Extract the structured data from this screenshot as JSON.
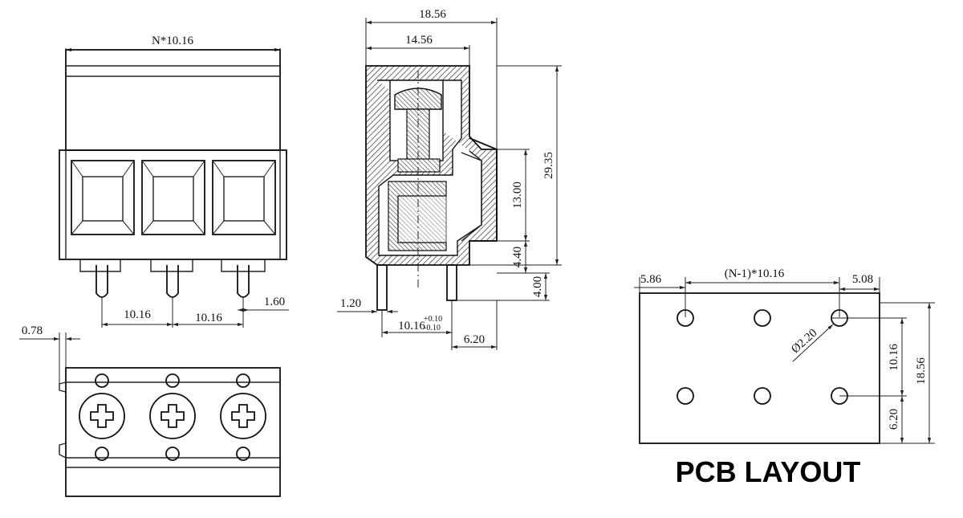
{
  "front_view": {
    "width_label": "N*10.16",
    "pitch_label_1": "10.16",
    "pitch_label_2": "10.16",
    "pin_label": "1.60"
  },
  "top_view": {
    "offset_label": "0.78"
  },
  "side_view": {
    "overall_width_label": "18.56",
    "inner_width_label": "14.56",
    "height_label": "29.35",
    "window_label": "13.00",
    "base_label": "4.40",
    "pin_length_label": "4.00",
    "pin_thickness_label": "1.20",
    "pitch_label": "10.16",
    "tolerance_plus": "+0.10",
    "tolerance_minus": "-0.10",
    "foot_label": "6.20"
  },
  "pcb_layout": {
    "title": "PCB LAYOUT",
    "edge_label": "5.86",
    "pitch_label": "(N-1)*10.16",
    "edge_right_label": "5.08",
    "hole_label": "Ø2.20",
    "row_pitch_label": "10.16",
    "height_label": "18.56",
    "bottom_label": "6.20"
  }
}
